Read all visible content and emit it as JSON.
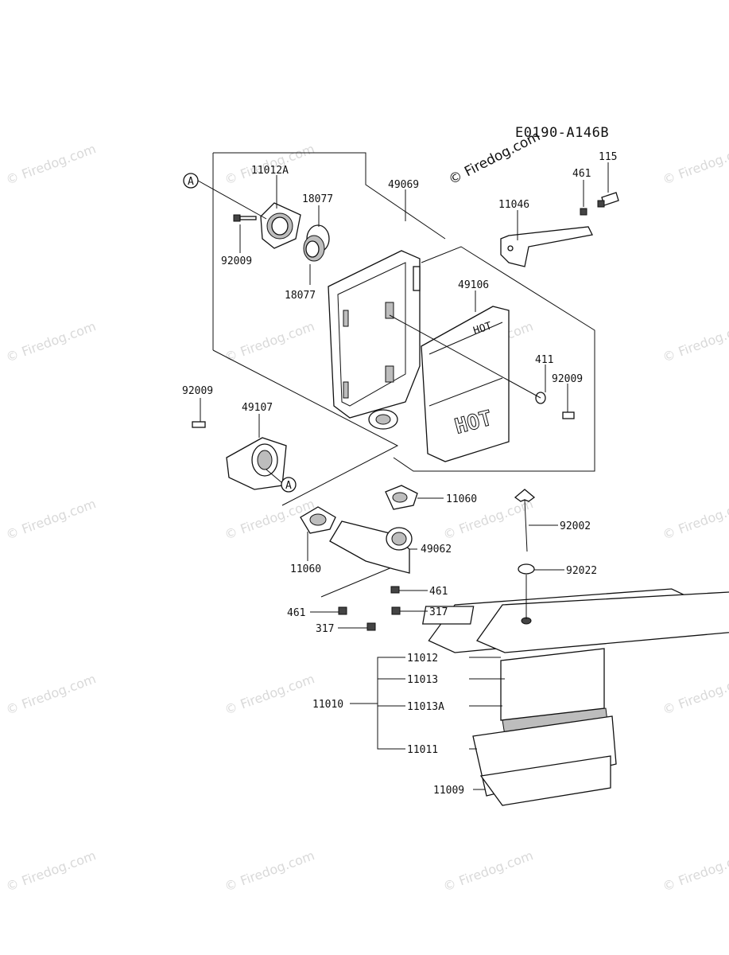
{
  "diagram_code": "E0190-A146B",
  "watermark": "© Firedog.com",
  "hot_label": "HOT",
  "callouts": {
    "a_top": "A",
    "a_bottom": "A"
  },
  "labels": {
    "p11012A": "11012A",
    "p18077_top": "18077",
    "p18077_bottom": "18077",
    "p92009_top": "92009",
    "p49069": "49069",
    "p11046": "11046",
    "p461_top": "461",
    "p115": "115",
    "p49106": "49106",
    "p411": "411",
    "p92009_right": "92009",
    "p92009_left": "92009",
    "p49107": "49107",
    "p11060_right": "11060",
    "p11060_left": "11060",
    "p49062": "49062",
    "p461_mid": "461",
    "p461_left": "461",
    "p317_right": "317",
    "p317_left": "317",
    "p92002": "92002",
    "p92022": "92022",
    "p11012": "11012",
    "p11013": "11013",
    "p11010": "11010",
    "p11013A": "11013A",
    "p11011": "11011",
    "p11009": "11009"
  }
}
